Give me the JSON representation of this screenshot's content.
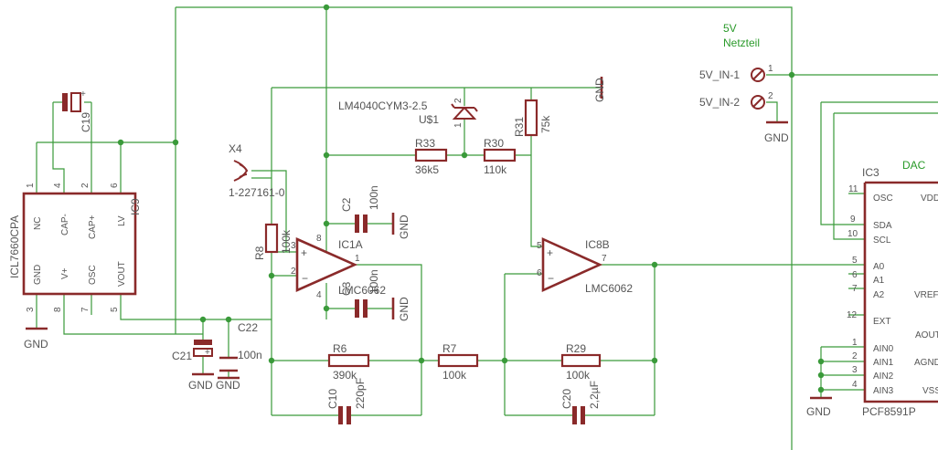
{
  "power": {
    "title": "5V",
    "subtitle": "Netzteil",
    "in1": "5V_IN-1",
    "in2": "5V_IN-2",
    "in1_pin": "1",
    "in2_pin": "2"
  },
  "gnd": "GND",
  "dac": {
    "title": "DAC",
    "ref": "IC3",
    "part": "PCF8591P",
    "pins": [
      {
        "num": "11",
        "name": "OSC"
      },
      {
        "num": "9",
        "name": "SDA"
      },
      {
        "num": "10",
        "name": "SCL"
      },
      {
        "num": "5",
        "name": "A0"
      },
      {
        "num": "6",
        "name": "A1"
      },
      {
        "num": "7",
        "name": "A2"
      },
      {
        "num": "12",
        "name": "EXT"
      },
      {
        "num": "1",
        "name": "AIN0"
      },
      {
        "num": "2",
        "name": "AIN1"
      },
      {
        "num": "3",
        "name": "AIN2"
      },
      {
        "num": "4",
        "name": "AIN3"
      }
    ],
    "right": [
      "VDD",
      "VREF",
      "AOUT",
      "AGND",
      "VSS"
    ]
  },
  "ic9": {
    "ref": "IC9",
    "part": "ICL7660CPA",
    "top_pins": [
      {
        "num": "1",
        "name": "NC"
      },
      {
        "num": "4",
        "name": "CAP-"
      },
      {
        "num": "2",
        "name": "CAP+"
      },
      {
        "num": "6",
        "name": "LV"
      }
    ],
    "bot_pins": [
      {
        "num": "3",
        "name": "GND"
      },
      {
        "num": "8",
        "name": "V+"
      },
      {
        "num": "7",
        "name": "OSC"
      },
      {
        "num": "5",
        "name": "VOUT"
      }
    ]
  },
  "ic1a": {
    "ref": "IC1A",
    "part": "LMC6062",
    "pin8": "8",
    "pin4": "4",
    "pin3": "3",
    "pin2": "2",
    "pin1": "1"
  },
  "ic8b": {
    "ref": "IC8B",
    "part": "LMC6062",
    "pin5": "5",
    "pin6": "6",
    "pin7": "7"
  },
  "ref_diode": {
    "ref": "U$1",
    "part": "LM4040CYM3-2.5",
    "pin2": "2",
    "pin1": "1"
  },
  "x4": {
    "ref": "X4",
    "part": "1-227161-0"
  },
  "c19": "C19",
  "resistors": {
    "r33": {
      "ref": "R33",
      "value": "36k5"
    },
    "r30": {
      "ref": "R30",
      "value": "110k"
    },
    "r31": {
      "ref": "R31",
      "value": "75k"
    },
    "r8": {
      "ref": "R8",
      "value": "100k"
    },
    "r6": {
      "ref": "R6",
      "value": "390k"
    },
    "r7": {
      "ref": "R7",
      "value": "100k"
    },
    "r29": {
      "ref": "R29",
      "value": "100k"
    }
  },
  "caps": {
    "c2": {
      "ref": "C2",
      "value": "100n"
    },
    "c3": {
      "ref": "C3",
      "value": "100n"
    },
    "c10": {
      "ref": "C10",
      "value": "220pF"
    },
    "c20": {
      "ref": "C20",
      "value": "2,2µF"
    },
    "c21": {
      "ref": "C21",
      "value": ""
    },
    "c22": {
      "ref": "C22",
      "value": "100n"
    }
  }
}
